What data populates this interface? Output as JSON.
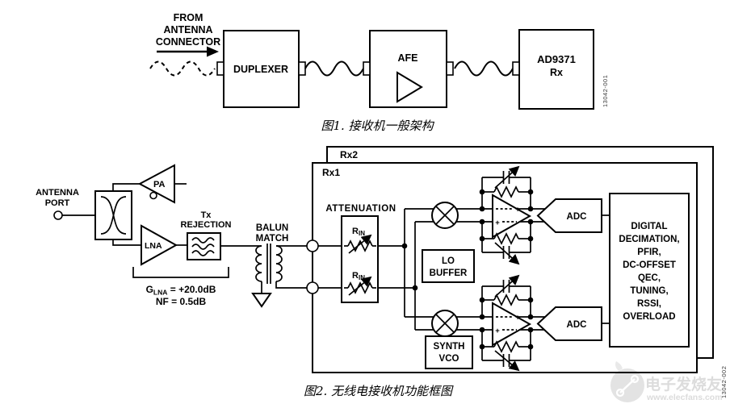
{
  "figure1": {
    "source_label": [
      "FROM",
      "ANTENNA",
      "CONNECTOR"
    ],
    "duplexer": "DUPLEXER",
    "afe": "AFE",
    "chip": [
      "AD9371",
      "Rx"
    ],
    "serial": "13042-001",
    "caption": "图1. 接收机一般架构"
  },
  "figure2": {
    "antenna": [
      "ANTENNA",
      "PORT"
    ],
    "pa": "PA",
    "lna": "LNA",
    "tx_rejection": [
      "Tx",
      "REJECTION"
    ],
    "gain": {
      "sym": "G",
      "sub": "LNA",
      "val": " = +20.0dB"
    },
    "nf": "NF = 0.5dB",
    "balun": [
      "BALUN",
      "MATCH"
    ],
    "rx2": "Rx2",
    "rx1": "Rx1",
    "attenuation": "ATTENUATION",
    "rin": {
      "sym": "R",
      "sub": "IN"
    },
    "lo_buffer": [
      "LO",
      "BUFFER"
    ],
    "synth_vco": [
      "SYNTH",
      "VCO"
    ],
    "adc": "ADC",
    "plus": "+",
    "digital": [
      "DIGITAL",
      "DECIMATION,",
      "PFIR,",
      "DC-OFFSET",
      "QEC,",
      "TUNING,",
      "RSSI,",
      "OVERLOAD"
    ],
    "serial": "13042-002",
    "caption": "图2. 无线电接收机功能框图"
  },
  "watermark": {
    "brand": "电子发烧友",
    "site": "www.elecfans.com"
  },
  "colors": {
    "ink": "#000000",
    "background": "#ffffff",
    "watermark": "#dcdcdc",
    "serial": "#3a3a3a"
  }
}
